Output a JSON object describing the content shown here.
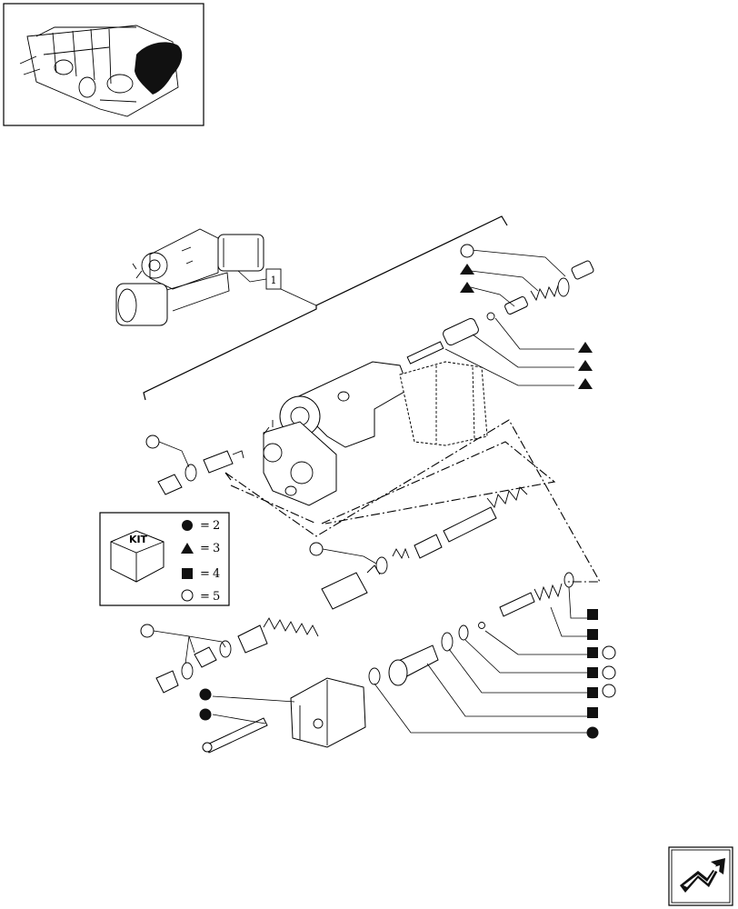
{
  "reference_label": "1",
  "kit": {
    "label": "KIT",
    "legend": [
      {
        "symbol": "filled-circle",
        "equals": "=",
        "number": "2"
      },
      {
        "symbol": "filled-triangle",
        "equals": "=",
        "number": "3"
      },
      {
        "symbol": "filled-square",
        "equals": "=",
        "number": "4"
      },
      {
        "symbol": "open-circle",
        "equals": "=",
        "number": "5"
      }
    ]
  },
  "icons": {
    "thumbnail": "lift-valve-assembly-thumbnail-icon",
    "nav": "next-page-arrow-icon"
  },
  "colors": {
    "ink": "#000000",
    "paper": "#ffffff"
  }
}
